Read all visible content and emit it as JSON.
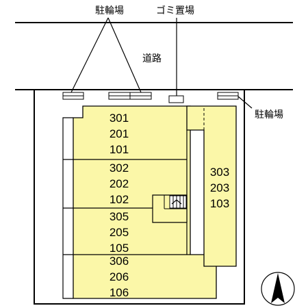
{
  "labels": {
    "bike_parking_top": "駐輪場",
    "garbage": "ゴミ置場",
    "road": "道路",
    "bike_parking_right": "駐輪場"
  },
  "units": {
    "a": [
      "301",
      "201",
      "101"
    ],
    "b": [
      "302",
      "202",
      "102"
    ],
    "c": [
      "305",
      "205",
      "105"
    ],
    "d": [
      "306",
      "206",
      "106"
    ],
    "e": [
      "303",
      "203",
      "103"
    ]
  },
  "colors": {
    "building_fill": "#fbf7a8",
    "line": "#000000"
  },
  "icons": {
    "north": "north-arrow-icon"
  }
}
